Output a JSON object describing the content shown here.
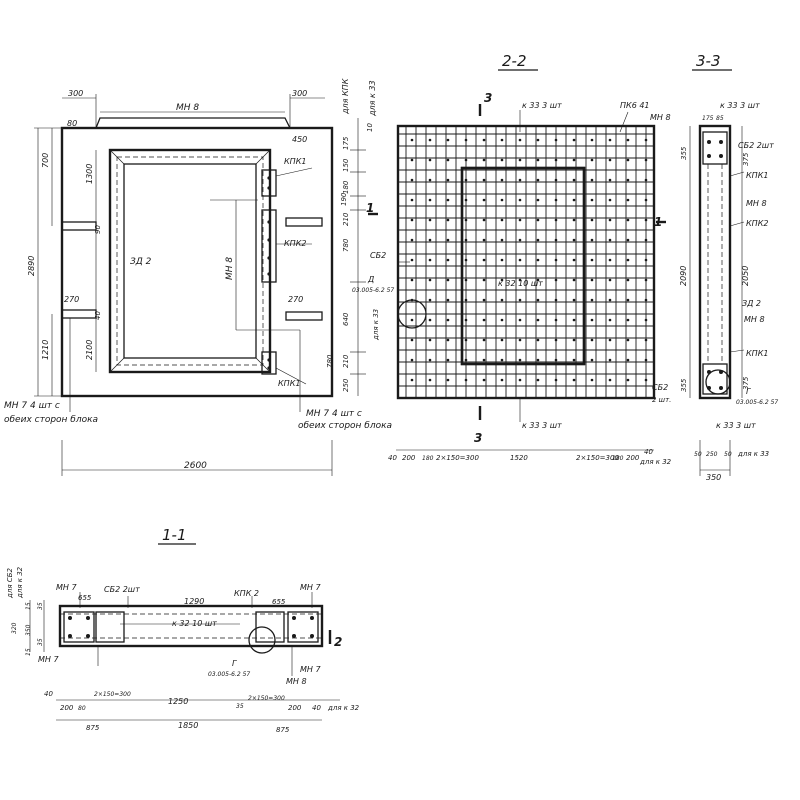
{
  "section_titles": {
    "s22": "2-2",
    "s33": "3-3",
    "s11": "1-1"
  },
  "cut_marks": {
    "one": "1",
    "two": "2",
    "three": "3"
  },
  "elevation": {
    "top_300_left": "300",
    "top_300_right": "300",
    "top_mn8": "МН 8",
    "top_80": "80",
    "kpk_rot": "для КПК",
    "k33_rot": "для к 33",
    "v700": "700",
    "v1300": "1300",
    "v2890": "2890",
    "v1210": "1210",
    "v2100": "2100",
    "zd2": "ЗД 2",
    "mn8_rot": "МН 8",
    "d450": "450",
    "d270_left": "270",
    "d270_mid": "270",
    "d40": "40",
    "d90": "90",
    "d190": "190",
    "kpk1_a": "КПК1",
    "kpk2": "КПК2",
    "kpk1_b": "КПК1",
    "r10": "10",
    "r175": "175",
    "r150": "150",
    "r180": "180",
    "r210": "210",
    "r780": "780",
    "r640": "640",
    "r210b": "210",
    "r780b": "780",
    "r250": "250",
    "mn7_left": "МН 7   4 шт  с",
    "both_sides_left": "обеих сторон блока",
    "mn7_right": "МН 7   4 шт  с",
    "both_sides_right": "обеих сторон блока",
    "w2600": "2600"
  },
  "section22": {
    "k33_top": "к 33   3 шт",
    "pk641": "ПК6 41",
    "mn8": "МН 8",
    "sb2": "СБ2",
    "d_label": "Д",
    "detail_d": "03.005-6.2 57",
    "k32": "к 32   10 шт",
    "k33_bottom": "к 33   3 шт",
    "k33_rot": "для к 33",
    "b40": "40",
    "b200": "200",
    "b180": "180",
    "b2x150": "2×150=300",
    "b1520": "1520",
    "b2x150b": "2×150=300",
    "b180b": "180",
    "b200b": "200",
    "b40b": "40",
    "for_k32": "для к 32"
  },
  "section33": {
    "k33": "к 33   3 шт",
    "d175": "175",
    "d85": "85",
    "sb2": "СБ2 2шт",
    "d355": "355",
    "d375": "375",
    "kpk1_a": "КПК1",
    "mn8_a": "МН 8",
    "kpk2": "КПК2",
    "d2090": "2090",
    "d2050": "2050",
    "zd2": "ЗД 2",
    "mn8_b": "МН 8",
    "kpk1_b": "КПК1",
    "d355b": "355",
    "d375b": "375",
    "sb2_b": "СБ2",
    "sb2_b2": "2 шт.",
    "g_label": "Г",
    "detail_g": "03.005-6.2 57",
    "k33_bottom": "к 33   3 шт",
    "b50": "50",
    "b250": "250",
    "b50b": "50",
    "for_k33": "для к 33",
    "w350": "350"
  },
  "section11": {
    "sb2_rot": "для СБ2",
    "k32_rot": "для к 32",
    "mn7_tl": "МН 7",
    "d655_l": "655",
    "sb2": "СБ2  2шт",
    "d1290": "1290",
    "kpk2": "КПК 2",
    "mn7_tr": "МН 7",
    "d655_r": "655",
    "k32": "к 32   10 шт",
    "g_label": "Г",
    "detail_g": "03.005-6.2 57",
    "mn7_bl": "МН 7",
    "mn7_br": "МН 7",
    "mn8": "МН 8",
    "v15": "15",
    "v35": "35",
    "v320": "320",
    "v350": "350",
    "v35b": "35",
    "v15b": "15",
    "b40": "40",
    "b200": "200",
    "b80": "80",
    "b2x150": "2×150=300",
    "b1250": "1250",
    "b35": "35",
    "b2x150b": "2×150=300",
    "b200b": "200",
    "b40b": "40",
    "for_k32": "для к 32",
    "b875": "875",
    "b1850": "1850",
    "b875b": "875"
  }
}
